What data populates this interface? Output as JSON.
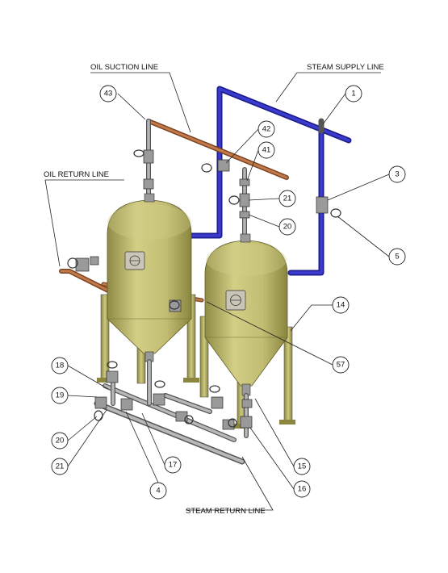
{
  "labels": {
    "oil_suction_line": "OIL SUCTION LINE",
    "steam_supply_line": "STEAM SUPPLY LINE",
    "oil_return_line": "OIL RETURN LINE",
    "steam_return_line": "STEAM RETURN LINE"
  },
  "callouts": {
    "c43": "43",
    "c1": "1",
    "c42": "42",
    "c41": "41",
    "c3": "3",
    "c21_upper": "21",
    "c20_upper": "20",
    "c5": "5",
    "c14": "14",
    "c57": "57",
    "c18": "18",
    "c19": "19",
    "c20_lower": "20",
    "c21_lower": "21",
    "c17": "17",
    "c4": "4",
    "c15": "15",
    "c16": "16"
  },
  "colors": {
    "tank_fill": "#c9c47a",
    "tank_shade": "#9e9a52",
    "steam_pipe": "#2a2aa8",
    "oil_pipe": "#b86d3e",
    "grey_pipe": "#a8a8a8"
  }
}
